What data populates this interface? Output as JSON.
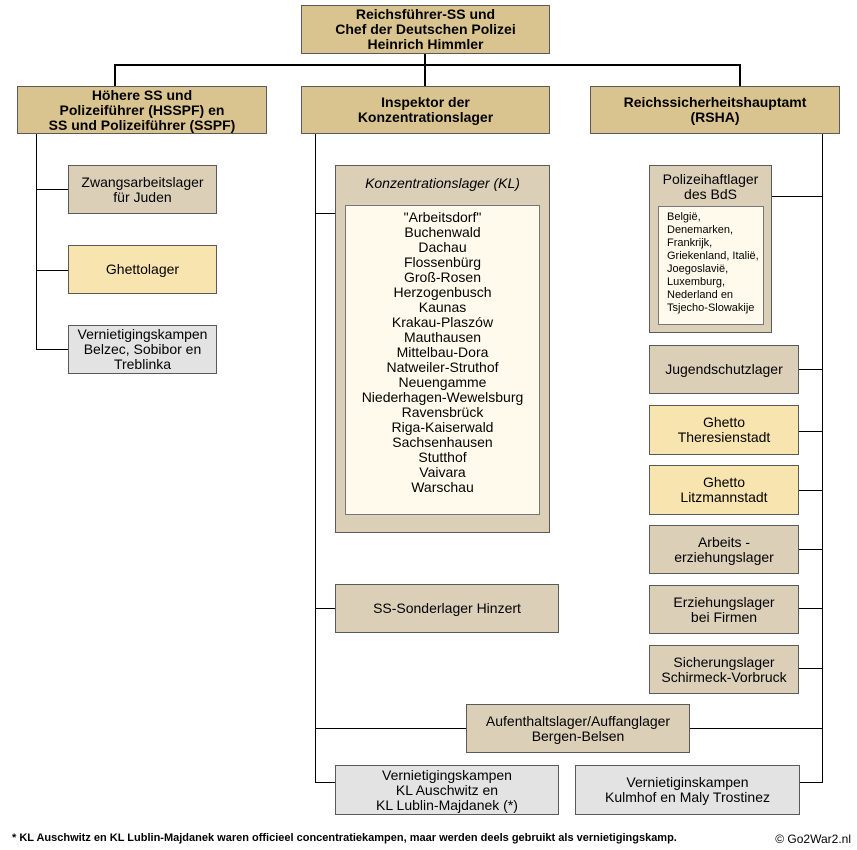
{
  "top": {
    "label": "Reichsführer-SS und\nChef der Deutschen Polizei\nHeinrich Himmler"
  },
  "branches": {
    "hsspf": "Höhere SS und\nPolizeiführer (HSSPF) en\nSS und Polizeiführer (SSPF)",
    "inspektor": "Inspektor der\nKonzentrationslager",
    "rsha": "Reichssicherheitshauptamt\n(RSHA)"
  },
  "left": {
    "zwangsarbeit": "Zwangsarbeitslager\nfür Juden",
    "ghettolager": "Ghettolager",
    "vernietiging": "Vernietigingskampen\nBelzec, Sobibor en\nTreblinka"
  },
  "middle": {
    "kl_title": "Konzentrationslager (KL)",
    "camps": [
      "\"Arbeitsdorf\"",
      "Buchenwald",
      "Dachau",
      "Flossenbürg",
      "Groß-Rosen",
      "Herzogenbusch",
      "Kaunas",
      "Krakau-Plaszów",
      "Mauthausen",
      "Mittelbau-Dora",
      "Natweiler-Struthof",
      "Neuengamme",
      "Niederhagen-Wewelsburg",
      "Ravensbrück",
      "Riga-Kaiserwald",
      "Sachsenhausen",
      "Stutthof",
      "Vaivara",
      "Warschau"
    ],
    "hinzert": "SS-Sonderlager Hinzert",
    "bergen": "Aufenthaltslager/Auffanglager\nBergen-Belsen",
    "auschwitz": "Vernietigingskampen\nKL Auschwitz en\nKL Lublin-Majdanek (*)"
  },
  "right": {
    "polizei_title": "Polizeihaftlager\ndes BdS",
    "polizei_countries": "België,\nDenemarken,\nFrankrijk,\nGriekenland, Italië,\nJoegoslavië,\nLuxemburg,\nNederland en\nTsjecho-Slowakije",
    "jugend": "Jugendschutzlager",
    "theresienstadt": "Ghetto\nTheresienstadt",
    "litzmannstadt": "Ghetto\nLitzmannstadt",
    "arbeits": "Arbeits -\nerziehungslager",
    "firmen": "Erziehungslager\nbei Firmen",
    "schirmeck": "Sicherungslager\nSchirmeck-Vorbruck",
    "kulmhof": "Vernietiginskampen\nKulmhof en Maly Trostinez"
  },
  "footnote": "* KL Auschwitz en KL Lublin-Majdanek waren officieel concentratiekampen, maar werden deels gebruikt als vernietigingskamp.",
  "copyright": "© Go2War2.nl"
}
